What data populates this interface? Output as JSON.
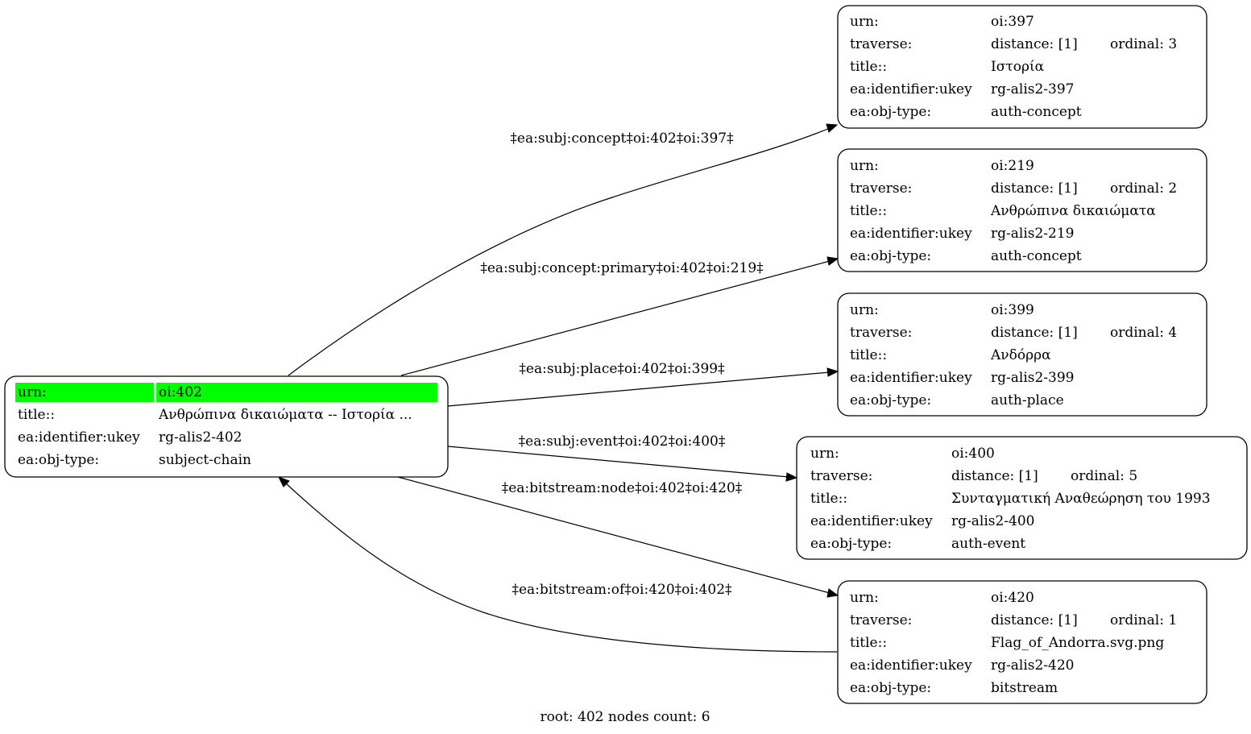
{
  "root_node": {
    "rows": [
      {
        "key": "urn:",
        "value": "oi:402"
      },
      {
        "key": "title::",
        "value": "Ανθρώπινα δικαιώματα -- Ιστορία ..."
      },
      {
        "key": "ea:identifier:ukey",
        "value": "rg-alis2-402"
      },
      {
        "key": "ea:obj-type:",
        "value": "subject-chain"
      }
    ],
    "highlight_color": "#00ff00"
  },
  "nodes": [
    {
      "urn_key": "urn:",
      "urn": "oi:397",
      "traverse_key": "traverse:",
      "distance": "distance: [1]",
      "ordinal": "ordinal: 3",
      "title_key": "title::",
      "title": "Ιστορία",
      "ukey_key": "ea:identifier:ukey",
      "ukey": "rg-alis2-397",
      "type_key": "ea:obj-type:",
      "type": "auth-concept"
    },
    {
      "urn_key": "urn:",
      "urn": "oi:219",
      "traverse_key": "traverse:",
      "distance": "distance: [1]",
      "ordinal": "ordinal: 2",
      "title_key": "title::",
      "title": "Ανθρώπινα δικαιώματα",
      "ukey_key": "ea:identifier:ukey",
      "ukey": "rg-alis2-219",
      "type_key": "ea:obj-type:",
      "type": "auth-concept"
    },
    {
      "urn_key": "urn:",
      "urn": "oi:399",
      "traverse_key": "traverse:",
      "distance": "distance: [1]",
      "ordinal": "ordinal: 4",
      "title_key": "title::",
      "title": "Ανδόρρα",
      "ukey_key": "ea:identifier:ukey",
      "ukey": "rg-alis2-399",
      "type_key": "ea:obj-type:",
      "type": "auth-place"
    },
    {
      "urn_key": "urn:",
      "urn": "oi:400",
      "traverse_key": "traverse:",
      "distance": "distance: [1]",
      "ordinal": "ordinal: 5",
      "title_key": "title::",
      "title": "Συνταγματική Αναθεώρηση του 1993",
      "ukey_key": "ea:identifier:ukey",
      "ukey": "rg-alis2-400",
      "type_key": "ea:obj-type:",
      "type": "auth-event"
    },
    {
      "urn_key": "urn:",
      "urn": "oi:420",
      "traverse_key": "traverse:",
      "distance": "distance: [1]",
      "ordinal": "ordinal: 1",
      "title_key": "title::",
      "title": "Flag_of_Andorra.svg.png",
      "ukey_key": "ea:identifier:ukey",
      "ukey": "rg-alis2-420",
      "type_key": "ea:obj-type:",
      "type": "bitstream"
    }
  ],
  "edges": [
    {
      "label": "‡ea:subj:concept‡oi:402‡oi:397‡"
    },
    {
      "label": "‡ea:subj:concept:primary‡oi:402‡oi:219‡"
    },
    {
      "label": "‡ea:subj:place‡oi:402‡oi:399‡"
    },
    {
      "label": "‡ea:subj:event‡oi:402‡oi:400‡"
    },
    {
      "label": "‡ea:bitstream:node‡oi:402‡oi:420‡"
    },
    {
      "label": "‡ea:bitstream:of‡oi:420‡oi:402‡"
    }
  ],
  "footer": "root: 402 nodes count: 6"
}
